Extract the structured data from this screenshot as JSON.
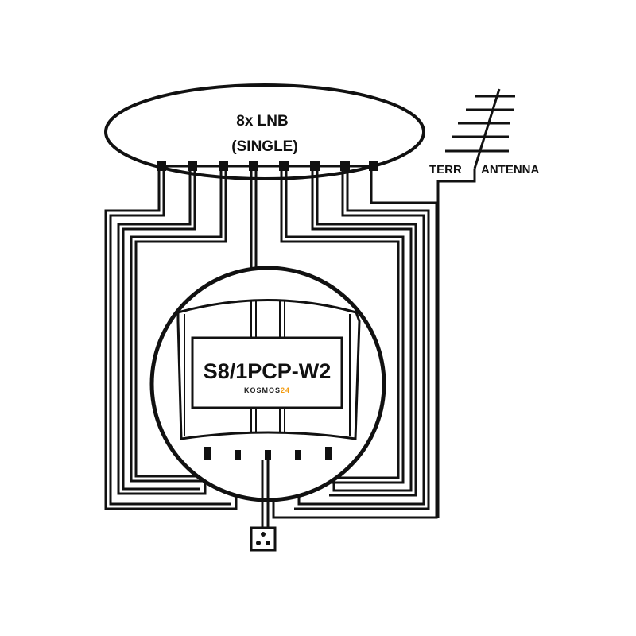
{
  "lnb": {
    "line1": "8x LNB",
    "line2": "(SINGLE)"
  },
  "switch": {
    "model": "S8/1PCP-W2",
    "brand_prefix": "KOSMOS",
    "brand_suffix": "24"
  },
  "antenna": {
    "left_label": "TERR",
    "right_label": "ANTENNA"
  },
  "colors": {
    "line": "#111111",
    "brand_text": "#222222",
    "brand_accent": "#f39c12"
  },
  "icons": {
    "lnb": "ellipse-lnb-icon",
    "antenna": "terrestrial-antenna-icon",
    "socket": "wall-socket-icon"
  }
}
